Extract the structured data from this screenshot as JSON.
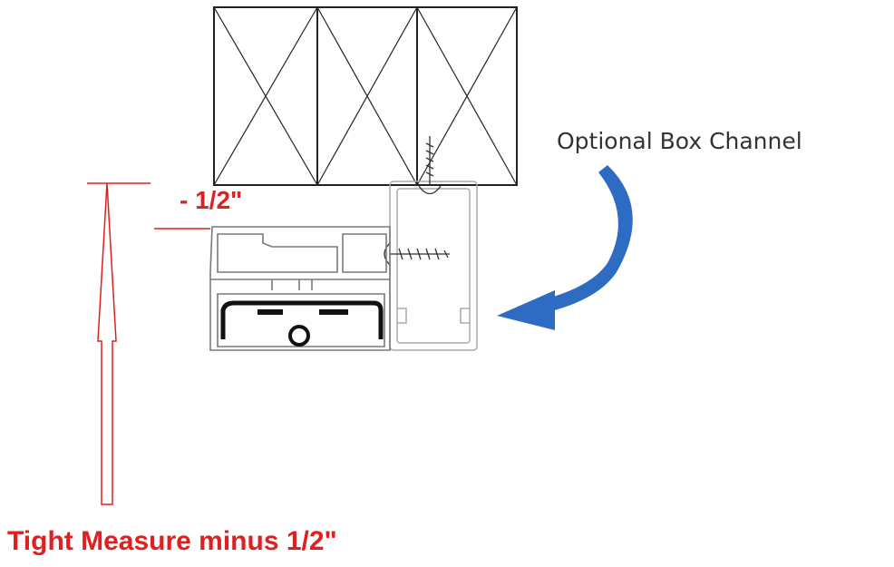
{
  "labels": {
    "optional_box_channel": "Optional Box Channel",
    "minus_half": "- 1/2\"",
    "tight_measure": "Tight Measure minus 1/2\""
  },
  "colors": {
    "measure_red": "#e02020",
    "arrow_blue": "#2e6cc4",
    "line_black": "#222222",
    "profile_gray": "#999999"
  },
  "icons": {
    "window_panes": "crossed-rectangles",
    "screw": "screw-icon",
    "arrow": "curved-arrow"
  }
}
